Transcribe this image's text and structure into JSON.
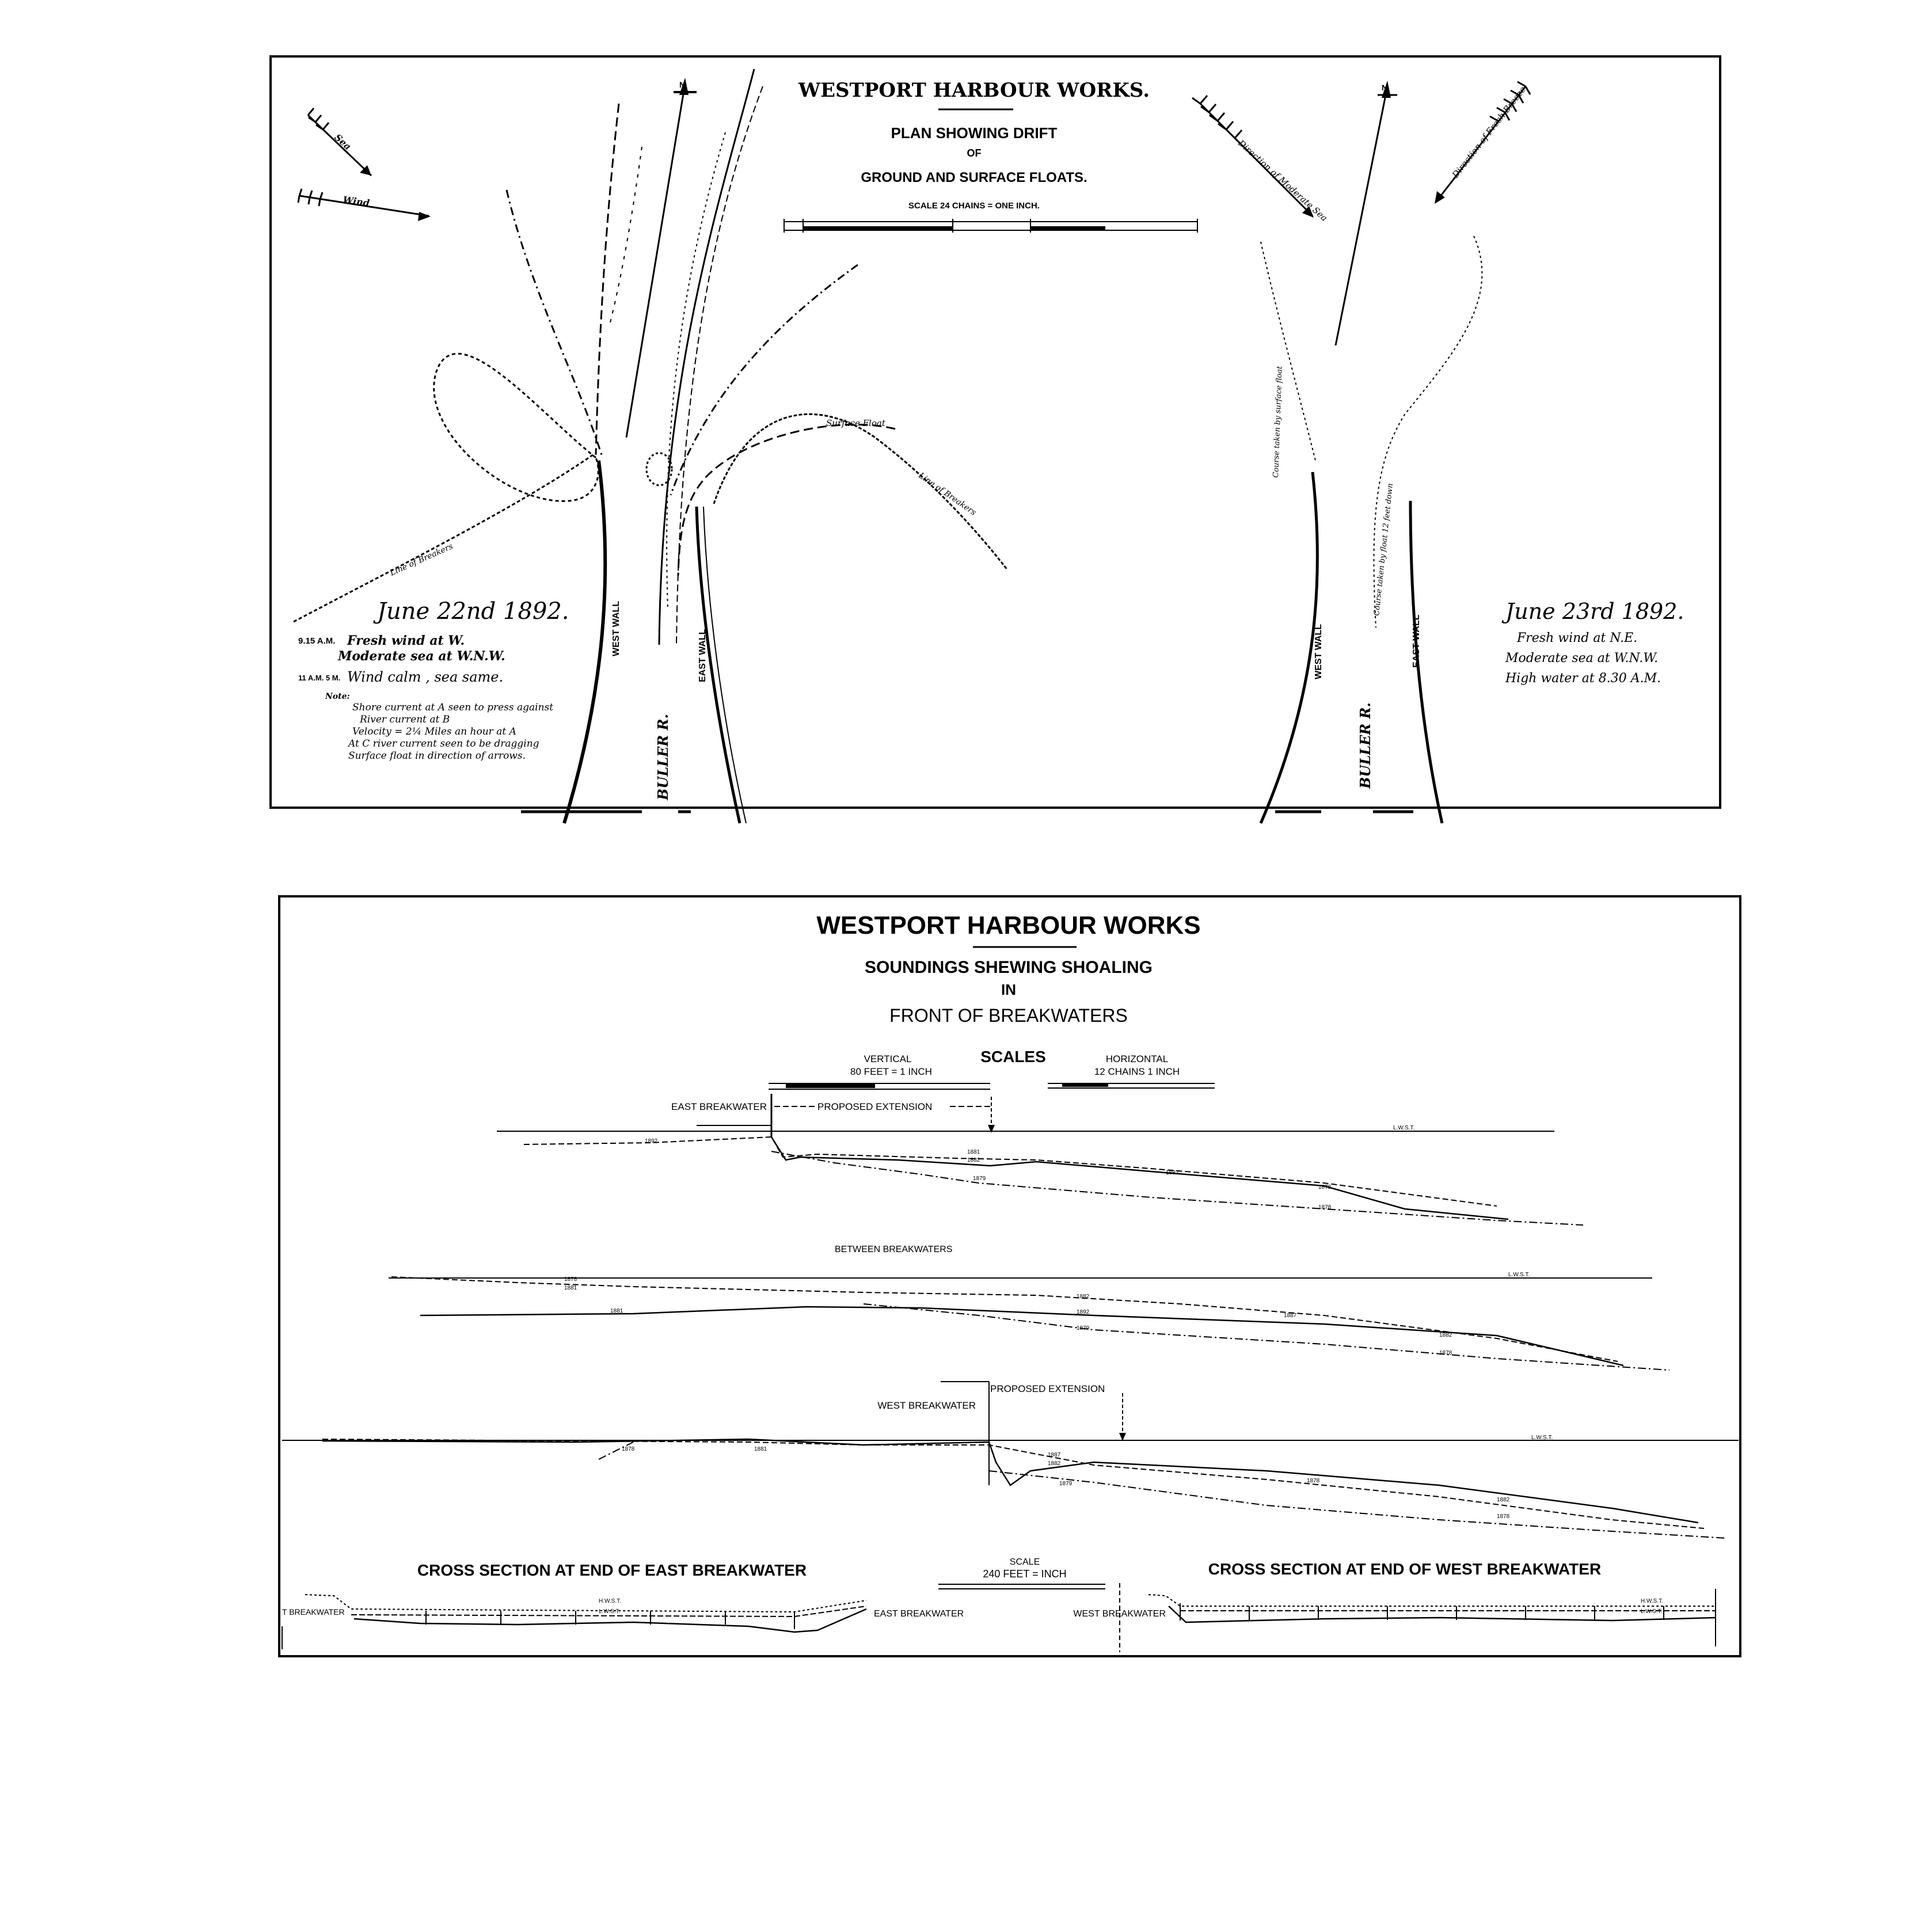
{
  "top_plan": {
    "title": "WESTPORT HARBOUR WORKS.",
    "subtitle_1": "PLAN SHOWING DRIFT",
    "subtitle_2": "OF",
    "subtitle_3": "GROUND AND SURFACE FLOATS.",
    "scale_label": "SCALE 24 CHAINS = ONE INCH.",
    "arrow_sea": "Sea",
    "arrow_wind": "Wind",
    "arrow_direction_moderate_sea": "Direction of Moderate Sea",
    "arrow_direction_fresh_breeze": "Direction of Fresh Breeze",
    "float_label_surface": "Surface Float",
    "float_label_breakers": "Line of Breakers",
    "left_note": {
      "date": "June 22nd 1892.",
      "time_1": "9.15 A.M.",
      "line_1": "Fresh wind at W.",
      "line_2": "Moderate sea at W.N.W.",
      "time_2": "11 A.M. 5 M.",
      "line_3": "Wind calm , sea same.",
      "note_label": "Note:",
      "note_1": "Shore current at A seen to press against",
      "note_2": "River current at B",
      "note_3": "Velocity = 2¼ Miles an hour at A",
      "note_4": "At C river current seen to be dragging",
      "note_5": "Surface float in direction of arrows."
    },
    "right_note": {
      "date": "June 23rd 1892.",
      "line_1": "Fresh wind at N.E.",
      "line_2": "Moderate sea at W.N.W.",
      "line_3": "High water at 8.30 A.M."
    },
    "west_wall": "WEST WALL",
    "east_wall": "EAST WALL",
    "river": "BULLER R."
  },
  "bottom_sections": {
    "title": "WESTPORT HARBOUR WORKS",
    "subtitle_1": "SOUNDINGS SHEWING SHOALING",
    "subtitle_2": "IN",
    "subtitle_3": "FRONT OF BREAKWATERS",
    "scales_label": "SCALES",
    "vertical_scale": "VERTICAL",
    "vertical_scale_value": "80 FEET = 1 INCH",
    "horizontal_scale": "HORIZONTAL",
    "horizontal_scale_value": "12 CHAINS  1 INCH",
    "east_breakwater": "EAST BREAKWATER",
    "proposed_extension_1": "PROPOSED EXTENSION",
    "between_breakwaters": "BETWEEN BREAKWATERS",
    "west_breakwater": "WEST BREAKWATER",
    "proposed_extension_2": "PROPOSED EXTENSION",
    "lwst": "L.W.S.T.",
    "years": [
      "1881",
      "1882",
      "1879",
      "1878",
      "1892",
      "1887"
    ],
    "cross_section_east": "CROSS SECTION AT END OF EAST BREAKWATER",
    "cross_section_west": "CROSS SECTION AT END OF WEST BREAKWATER",
    "cs_scale_label": "SCALE",
    "cs_scale_value": "240 FEET = INCH",
    "cs_left_label": "T BREAKWATER",
    "cs_east_label": "EAST BREAKWATER",
    "cs_west_label": "WEST BREAKWATER",
    "hwst": "H.W.S.T."
  }
}
